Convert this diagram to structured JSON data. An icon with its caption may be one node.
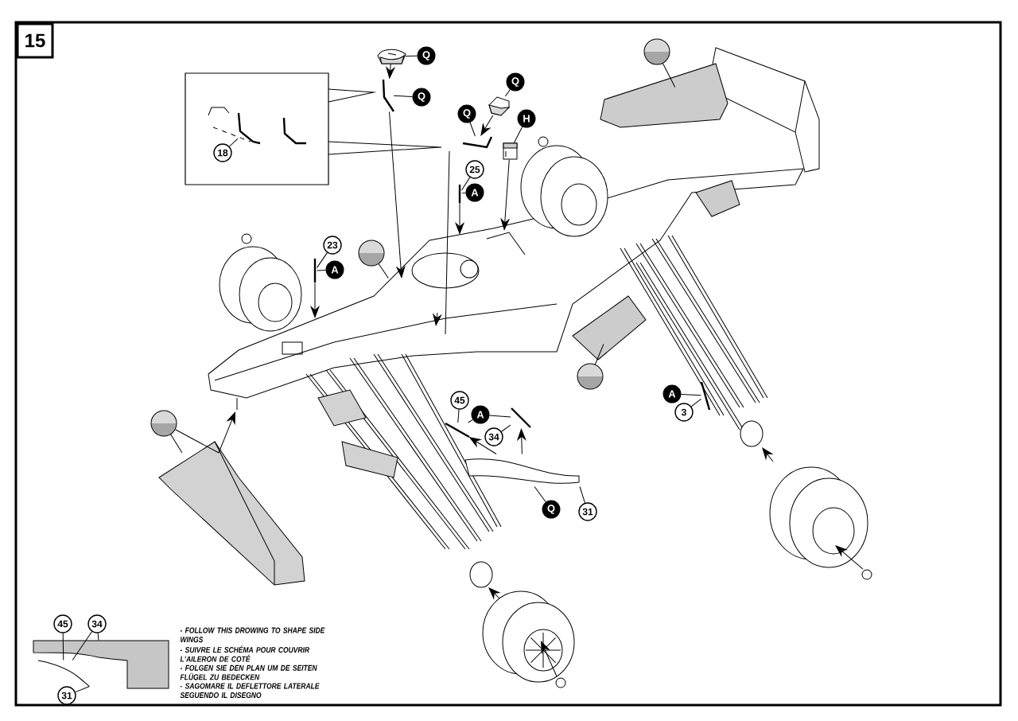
{
  "diagram": {
    "nodes": [
      {
        "text": [
          "15"
        ]
      },
      {
        "text": [],
        "shape": "box"
      },
      {
        "text": [
          "Q"
        ]
      },
      {
        "text": [
          "Q"
        ]
      },
      {
        "text": [
          "18"
        ],
        "in": 1
      },
      {
        "text": [
          "Q"
        ]
      },
      {
        "text": [
          "Q"
        ]
      },
      {
        "text": [
          "H"
        ]
      },
      {
        "text": [
          "25"
        ]
      },
      {
        "text": [
          "A"
        ]
      },
      {
        "text": [],
        "shape": "circle"
      },
      {
        "text": [
          "23"
        ]
      },
      {
        "text": [
          "A"
        ]
      },
      {
        "text": [],
        "shape": "circle"
      },
      {
        "text": [],
        "shape": "circle"
      },
      {
        "text": [],
        "shape": "circle"
      },
      {
        "text": [
          "45"
        ]
      },
      {
        "text": [
          "A"
        ]
      },
      {
        "text": [
          "34"
        ]
      },
      {
        "text": [
          "A"
        ]
      },
      {
        "text": [
          "3"
        ]
      },
      {
        "text": [
          "Q"
        ]
      },
      {
        "text": [
          "31"
        ]
      },
      {
        "text": [
          "45"
        ]
      },
      {
        "text": [
          "34"
        ]
      },
      {
        "text": [
          "31"
        ]
      },
      {
        "text": [],
        "shape": "picture"
      },
      {
        "text": [],
        "shape": "picture"
      },
      {
        "text": [],
        "shape": "picture",
        "in": 1
      },
      {
        "text": [],
        "shape": "picture"
      },
      {
        "text": [],
        "shape": "picture"
      },
      {
        "text": [],
        "shape": "picture"
      },
      {
        "text": [],
        "shape": "picture"
      },
      {
        "text": [],
        "shape": "picture"
      },
      {
        "text": [],
        "shape": "picture"
      },
      {
        "text": [],
        "shape": "picture"
      },
      {
        "text": [],
        "shape": "picture"
      },
      {
        "text": [],
        "shape": "picture"
      },
      {
        "text": [],
        "shape": "picture"
      },
      {
        "text": [],
        "shape": "picture"
      },
      {
        "text": [],
        "shape": "picture"
      },
      {
        "text": [],
        "shape": "picture"
      },
      {
        "text": [],
        "shape": "picture"
      },
      {
        "text": [],
        "shape": "picture"
      }
    ],
    "edges": [
      {
        "from": 2,
        "to": 26,
        "arrow": "none"
      },
      {
        "from": 3,
        "to": 27,
        "arrow": "none"
      },
      {
        "from": 4,
        "to": 28,
        "arrow": "none"
      },
      {
        "from": 5,
        "to": 29,
        "arrow": "none"
      },
      {
        "from": 6,
        "to": 30,
        "arrow": "none"
      },
      {
        "from": 7,
        "to": 31,
        "arrow": "none"
      },
      {
        "from": 8,
        "to": 32,
        "arrow": "none"
      },
      {
        "from": 9,
        "to": 32,
        "arrow": "none"
      },
      {
        "from": 10,
        "to": 33,
        "arrow": "none"
      },
      {
        "from": 11,
        "to": 34,
        "arrow": "none"
      },
      {
        "from": 12,
        "to": 34,
        "arrow": "none"
      },
      {
        "from": 13,
        "to": 35,
        "arrow": "none"
      },
      {
        "from": 14,
        "to": 36,
        "arrow": "none"
      },
      {
        "from": 15,
        "to": 37,
        "arrow": "none"
      },
      {
        "from": 15,
        "to": 37,
        "arrow": "none"
      },
      {
        "from": 16,
        "to": 38,
        "arrow": "none"
      },
      {
        "from": 17,
        "to": 38,
        "arrow": "none"
      },
      {
        "from": 17,
        "to": 39,
        "arrow": "none"
      },
      {
        "from": 18,
        "to": 39,
        "arrow": "none"
      },
      {
        "from": 19,
        "to": 40,
        "arrow": "none"
      },
      {
        "from": 20,
        "to": 40,
        "arrow": "none"
      },
      {
        "from": 21,
        "to": 41,
        "arrow": "none"
      },
      {
        "from": 22,
        "to": 41,
        "arrow": "none"
      },
      {
        "from": 23,
        "to": 43,
        "arrow": "none"
      },
      {
        "from": 24,
        "to": 42,
        "arrow": "none"
      },
      {
        "from": 24,
        "to": 43,
        "arrow": "none"
      },
      {
        "from": 25,
        "to": 43,
        "arrow": "none"
      },
      {
        "from": 26,
        "to": 27,
        "arrow": "to"
      },
      {
        "from": 29,
        "to": 30,
        "arrow": "to"
      },
      {
        "from": 41,
        "to": 38,
        "arrow": "to"
      },
      {
        "from": 41,
        "to": 39,
        "arrow": "to"
      },
      {
        "from": 27,
        "to": 35,
        "arrow": "to"
      },
      {
        "from": 31,
        "to": 35,
        "arrow": "to"
      },
      {
        "from": 34,
        "to": 35,
        "arrow": "to"
      },
      {
        "from": 32,
        "to": 35,
        "arrow": "to"
      },
      {
        "from": 37,
        "to": 35,
        "arrow": "to"
      }
    ],
    "labels": [
      "- FOLLOW THIS DROWING TO SHAPE SIDE WINGS",
      "- SUIVRE LE SCHÉMA POUR COUVRIR L'AILERON DE COTÉ",
      "- FOLGEN SIE DEN PLAN UM DE SEITEN FLÜGEL ZU BEDECKEN",
      "- SAGOMARE IL DEFLETTORE LATERALE SEGUENDO IL DISEGNO"
    ]
  }
}
